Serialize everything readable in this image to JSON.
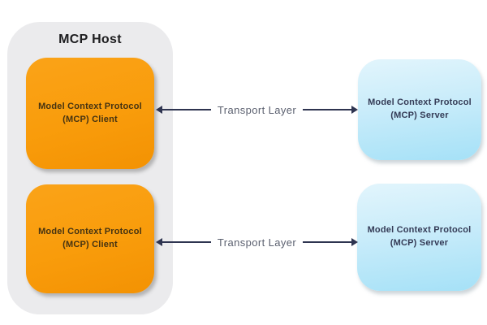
{
  "host": {
    "title": "MCP Host"
  },
  "clients": [
    {
      "line1": "Model Context Protocol",
      "line2": "(MCP) Client"
    },
    {
      "line1": "Model Context Protocol",
      "line2": "(MCP) Client"
    }
  ],
  "servers": [
    {
      "line1": "Model Context Protocol",
      "line2": "(MCP) Server"
    },
    {
      "line1": "Model Context Protocol",
      "line2": "(MCP) Server"
    }
  ],
  "connections": [
    {
      "label": "Transport Layer"
    },
    {
      "label": "Transport Layer"
    }
  ],
  "colors": {
    "client_fill": "#F99C0B",
    "server_fill_top": "#DFF4FC",
    "server_fill_bottom": "#A5E1F7",
    "host_fill": "#EBEBED",
    "arrow_line": "#2E3450",
    "transport_label_text": "#5C6170",
    "client_text": "#453312",
    "server_text": "#343B56",
    "host_title_text": "#1D1D1F"
  }
}
